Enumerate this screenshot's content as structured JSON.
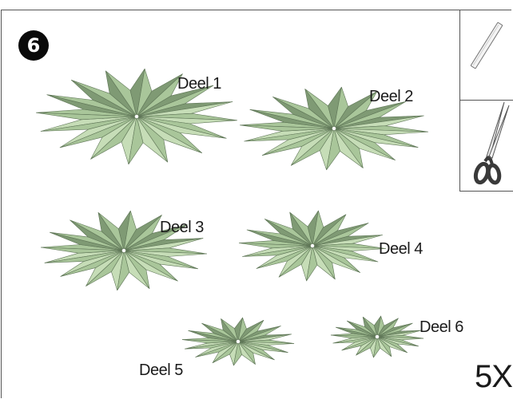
{
  "step_number": "6",
  "parts": [
    {
      "label": "Deel 1"
    },
    {
      "label": "Deel 2"
    },
    {
      "label": "Deel 3"
    },
    {
      "label": "Deel 4"
    },
    {
      "label": "Deel 5"
    },
    {
      "label": "Deel 6"
    }
  ],
  "tools": [
    {
      "icon": "glue-stick-icon"
    },
    {
      "icon": "scissors-icon"
    }
  ],
  "quantity": "5X",
  "colors": {
    "star_light": "#c6ddb7",
    "star_mid": "#a9c69a",
    "star_dark": "#7f9a74",
    "outline": "#5f7657"
  }
}
